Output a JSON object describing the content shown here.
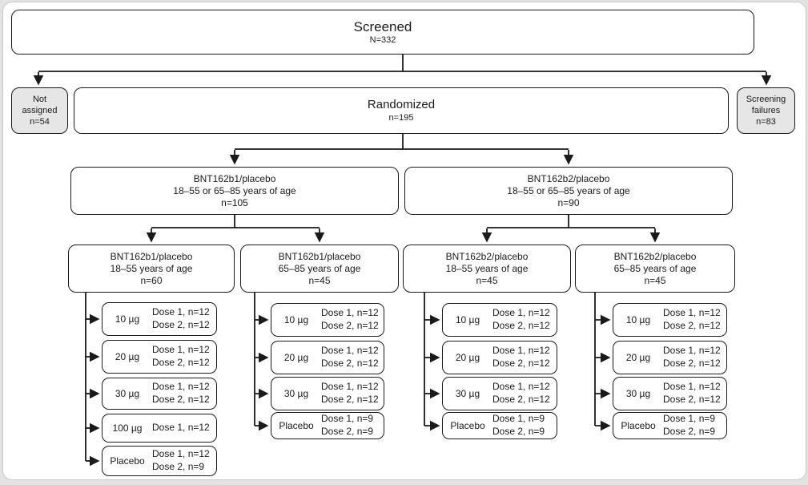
{
  "figure": {
    "screened": {
      "title": "Screened",
      "n": "N=332"
    },
    "not_assigned": {
      "label": "Not assigned",
      "n": "n=54"
    },
    "randomized": {
      "title": "Randomized",
      "n": "n=195"
    },
    "screening_failures": {
      "label": "Screening failures",
      "n": "n=83"
    },
    "arms": [
      {
        "name": "BNT162b1/placebo",
        "age": "18–55 or 65–85 years of age",
        "n": "n=105"
      },
      {
        "name": "BNT162b2/placebo",
        "age": "18–55 or 65–85 years of age",
        "n": "n=90"
      }
    ],
    "groups": [
      {
        "name": "BNT162b1/placebo",
        "age": "18–55 years of age",
        "n": "n=60"
      },
      {
        "name": "BNT162b1/placebo",
        "age": "65–85 years of age",
        "n": "n=45"
      },
      {
        "name": "BNT162b2/placebo",
        "age": "18–55 years of age",
        "n": "n=45"
      },
      {
        "name": "BNT162b2/placebo",
        "age": "65–85 years of age",
        "n": "n=45"
      }
    ],
    "dose_columns": [
      {
        "doses": [
          {
            "label": "10 µg",
            "line1": "Dose 1, n=12",
            "line2": "Dose 2, n=12"
          },
          {
            "label": "20 µg",
            "line1": "Dose 1, n=12",
            "line2": "Dose 2, n=12"
          },
          {
            "label": "30 µg",
            "line1": "Dose 1, n=12",
            "line2": "Dose 2, n=12"
          },
          {
            "label": "100 µg",
            "line1": "Dose 1, n=12",
            "line2": ""
          },
          {
            "label": "Placebo",
            "line1": "Dose 1, n=12",
            "line2": "Dose 2, n=9"
          }
        ]
      },
      {
        "doses": [
          {
            "label": "10 µg",
            "line1": "Dose 1, n=12",
            "line2": "Dose 2, n=12"
          },
          {
            "label": "20 µg",
            "line1": "Dose 1, n=12",
            "line2": "Dose 2, n=12"
          },
          {
            "label": "30 µg",
            "line1": "Dose 1, n=12",
            "line2": "Dose 2, n=12"
          },
          {
            "label": "Placebo",
            "line1": "Dose 1, n=9",
            "line2": "Dose 2, n=9"
          }
        ]
      },
      {
        "doses": [
          {
            "label": "10 µg",
            "line1": "Dose 1, n=12",
            "line2": "Dose 2, n=12"
          },
          {
            "label": "20 µg",
            "line1": "Dose 1, n=12",
            "line2": "Dose 2, n=12"
          },
          {
            "label": "30 µg",
            "line1": "Dose 1, n=12",
            "line2": "Dose 2, n=12"
          },
          {
            "label": "Placebo",
            "line1": "Dose 1, n=9",
            "line2": "Dose 2, n=9"
          }
        ]
      },
      {
        "doses": [
          {
            "label": "10 µg",
            "line1": "Dose 1, n=12",
            "line2": "Dose 2, n=12"
          },
          {
            "label": "20 µg",
            "line1": "Dose 1, n=12",
            "line2": "Dose 2, n=12"
          },
          {
            "label": "30 µg",
            "line1": "Dose 1, n=12",
            "line2": "Dose 2, n=12"
          },
          {
            "label": "Placebo",
            "line1": "Dose 1, n=9",
            "line2": "Dose 2, n=9"
          }
        ]
      }
    ]
  }
}
